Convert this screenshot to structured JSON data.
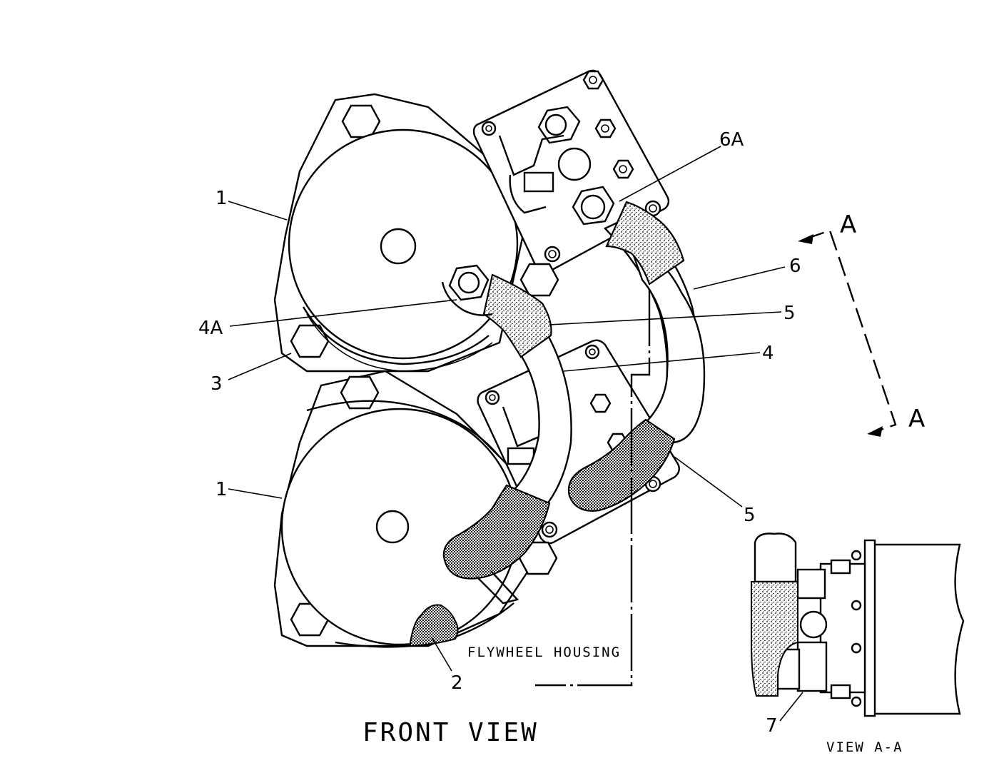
{
  "labels": {
    "starter_top": "1",
    "starter_bottom": "1",
    "sealant": "2",
    "nut": "3",
    "cable_short": "4",
    "terminal_4a": "4A",
    "boot_top": "5",
    "boot_bottom": "5",
    "cable_long": "6",
    "terminal_6a": "6A",
    "bolt": "7",
    "section_top": "A",
    "section_bottom": "A"
  },
  "texts": {
    "flywheel_housing": "FLYWHEEL HOUSING",
    "front_view": "FRONT VIEW",
    "view_aa": "VIEW A-A"
  }
}
